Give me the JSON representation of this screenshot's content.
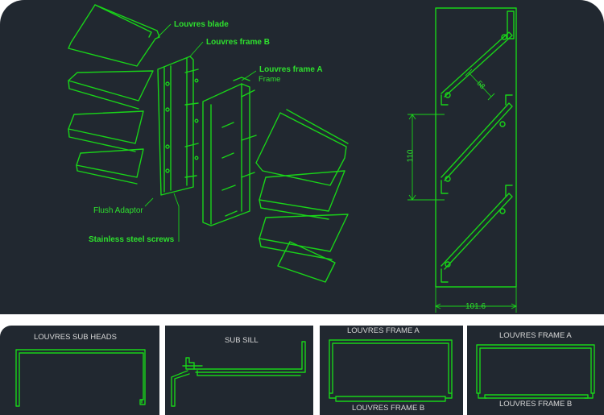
{
  "main": {
    "labels": {
      "louvres_blade": "Louvres blade",
      "louvres_frame_b": "Louvres frame B",
      "louvres_frame_a": "Louvres frame A",
      "frame": "Frame",
      "flush_adaptor": "Flush Adaptor",
      "stainless_steel_screws": "Stainless steel screws"
    },
    "dimensions": {
      "pitch": "58",
      "spacing": "110",
      "width": "101.6"
    }
  },
  "sections": {
    "sub_heads": "LOUVRES SUB HEADS",
    "sub_sill": "SUB SILL",
    "frame_a_1": "LOUVRES FRAME A",
    "frame_b_1": "LOUVRES FRAME B",
    "frame_a_2": "LOUVRES FRAME A",
    "frame_b_2": "LOUVRES FRAME B"
  },
  "colors": {
    "background": "#212830",
    "line": "#19d319",
    "label": "#2ee02e"
  }
}
